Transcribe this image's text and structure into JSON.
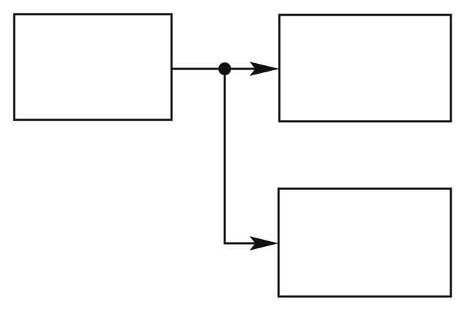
{
  "diagram": {
    "nodes": [
      {
        "id": "source-block",
        "label": ""
      },
      {
        "id": "target-block-top",
        "label": ""
      },
      {
        "id": "target-block-bottom",
        "label": ""
      }
    ],
    "junction": {
      "id": "branch-point"
    },
    "edges": [
      {
        "from": "source-block",
        "to": "branch-point",
        "label": ""
      },
      {
        "from": "branch-point",
        "to": "target-block-top",
        "label": ""
      },
      {
        "from": "branch-point",
        "to": "target-block-bottom",
        "label": ""
      }
    ],
    "colors": {
      "stroke": "#111111",
      "background": "#ffffff"
    }
  }
}
